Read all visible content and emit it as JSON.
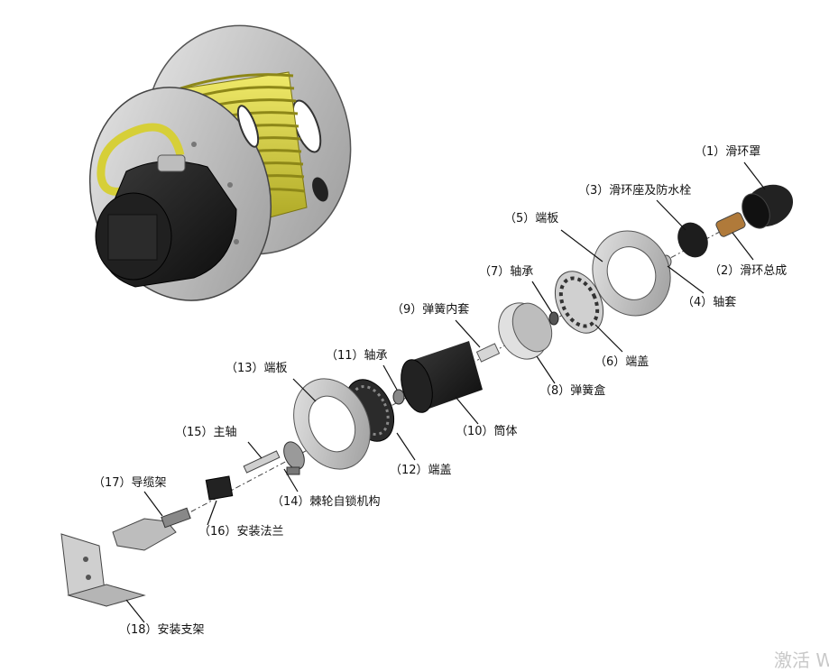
{
  "labels": {
    "p1": "（1）滑环罩",
    "p2": "（2）滑环总成",
    "p3": "（3）滑环座及防水栓",
    "p4": "（4）轴套",
    "p5": "（5）端板",
    "p6": "（6）端盖",
    "p7": "（7）轴承",
    "p8": "（8）弹簧盒",
    "p9": "（9）弹簧内套",
    "p10": "（10）筒体",
    "p11": "（11）轴承",
    "p12": "（12）端盖",
    "p13": "（13）端板",
    "p14": "（14）棘轮自锁机构",
    "p15": "（15）主轴",
    "p16": "（16）安装法兰",
    "p17": "（17）导缆架",
    "p18": "（18）安装支架"
  },
  "watermark": "激活 W",
  "colors": {
    "background": "#ffffff",
    "metal_plate": "#c9c9c9",
    "metal_edge": "#555555",
    "hose": "#e3dc3f",
    "black_part": "#1c1c1c"
  }
}
